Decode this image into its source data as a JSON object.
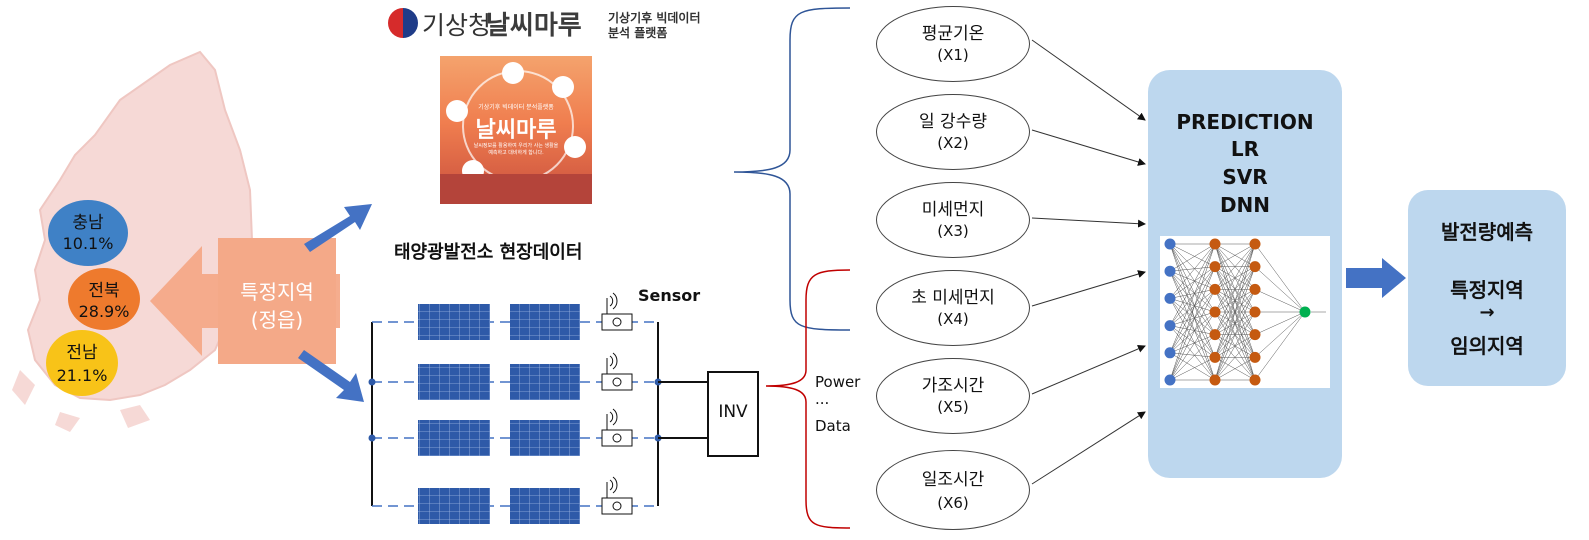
{
  "logo": {
    "agency": "기상청",
    "brand": "날씨마루",
    "tagline_line1": "기상기후 빅데이터",
    "tagline_line2": "분석 플랫폼"
  },
  "poster": {
    "small_title": "기상기후 빅데이터 분석플랫폼",
    "title": "날씨마루",
    "desc_line1": "날씨정보를 활용하여 우리가 사는 생활을",
    "desc_line2": "예측하고 대비하게 합니다."
  },
  "regions": [
    {
      "name": "충남",
      "share": "10.1%",
      "color": "#3f81c6"
    },
    {
      "name": "전북",
      "share": "28.9%",
      "color": "#ee7a2d"
    },
    {
      "name": "전남",
      "share": "21.1%",
      "color": "#f8c318"
    }
  ],
  "specific_region": {
    "line1": "특정지역",
    "line2": "(정읍)"
  },
  "site_data_title": "태양광발전소 현장데이터",
  "sensor_label": "Sensor",
  "inverter_label": "INV",
  "power_data": {
    "line1": "Power",
    "line2": "...",
    "line3": "Data"
  },
  "variables": [
    {
      "name": "평균기온",
      "code": "(X1)"
    },
    {
      "name": "일 강수량",
      "code": "(X2)"
    },
    {
      "name": "미세먼지",
      "code": "(X3)"
    },
    {
      "name": "초 미세먼지",
      "code": "(X4)"
    },
    {
      "name": "가조시간",
      "code": "(X5)"
    },
    {
      "name": "일조시간",
      "code": "(X6)"
    }
  ],
  "model": {
    "line1": "PREDICTION",
    "line2": "LR",
    "line3": "SVR",
    "line4": "DNN"
  },
  "output": {
    "title": "발전량예측",
    "from": "특정지역",
    "arrow": "→",
    "to": "임의지역"
  },
  "colors": {
    "model_box": "#bdd7ee",
    "arrow_blue": "#4472c4",
    "region_arrow": "#f4a988",
    "panel": "#2e5aa8",
    "bracket_blue": "#2f5597",
    "bracket_red": "#c00000",
    "nn_input": "#4472c4",
    "nn_hidden": "#c55a11",
    "nn_output": "#00b050"
  }
}
